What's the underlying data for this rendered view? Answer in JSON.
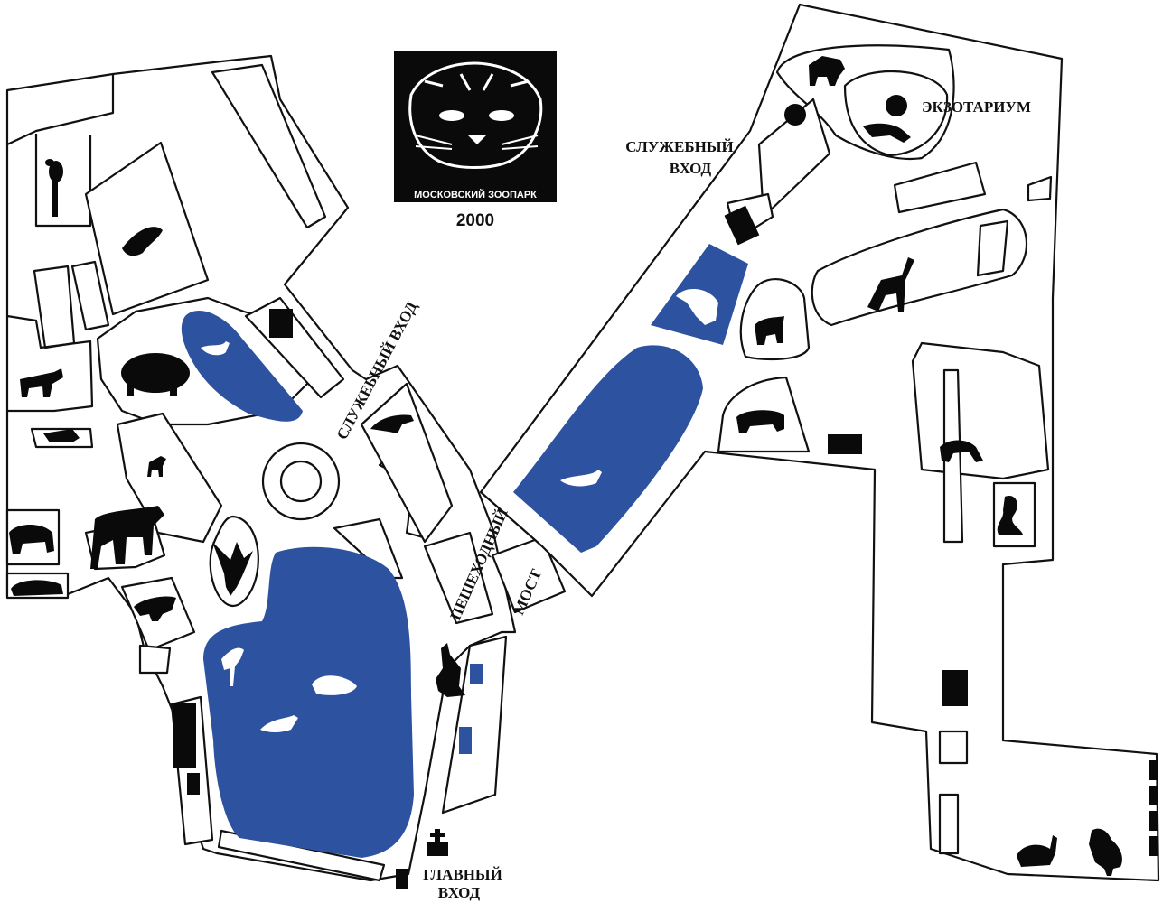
{
  "logo": {
    "caption": "МОСКОВСКИЙ ЗООПАРК",
    "year": "2000"
  },
  "labels": {
    "exotarium": "ЭКЗОТАРИУМ",
    "service_entrance_top": [
      "СЛУЖЕБНЫЙ",
      "ВХОД"
    ],
    "service_entrance_diag": "СЛУЖЕБНЫЙ ВХОД",
    "pedestrian": "ПЕШЕХОДНЫЙ",
    "bridge": "МОСТ",
    "main_entrance": [
      "ГЛАВНЫЙ",
      "ВХОД"
    ]
  },
  "icons": [
    "flamingo-icon",
    "seal-icon",
    "swan-icon",
    "bison-icon",
    "horse-icon",
    "lion-icon",
    "goat-kid-icon",
    "elephant-icon",
    "bear-icon",
    "leopard-icon",
    "tiger-icon",
    "eagle-icon",
    "raven-icon",
    "kangaroo-icon",
    "pelican-icon",
    "camel-icon",
    "cheetah-icon",
    "mountain-goat-icon",
    "giraffe-icon",
    "polar-bear-icon",
    "monkey-icon",
    "cobra-icon",
    "rabbit-icon",
    "rooster-icon",
    "first-aid-icon"
  ],
  "colors": {
    "water": "#2d52a0",
    "ink": "#0a0a0a",
    "paper": "#ffffff"
  }
}
